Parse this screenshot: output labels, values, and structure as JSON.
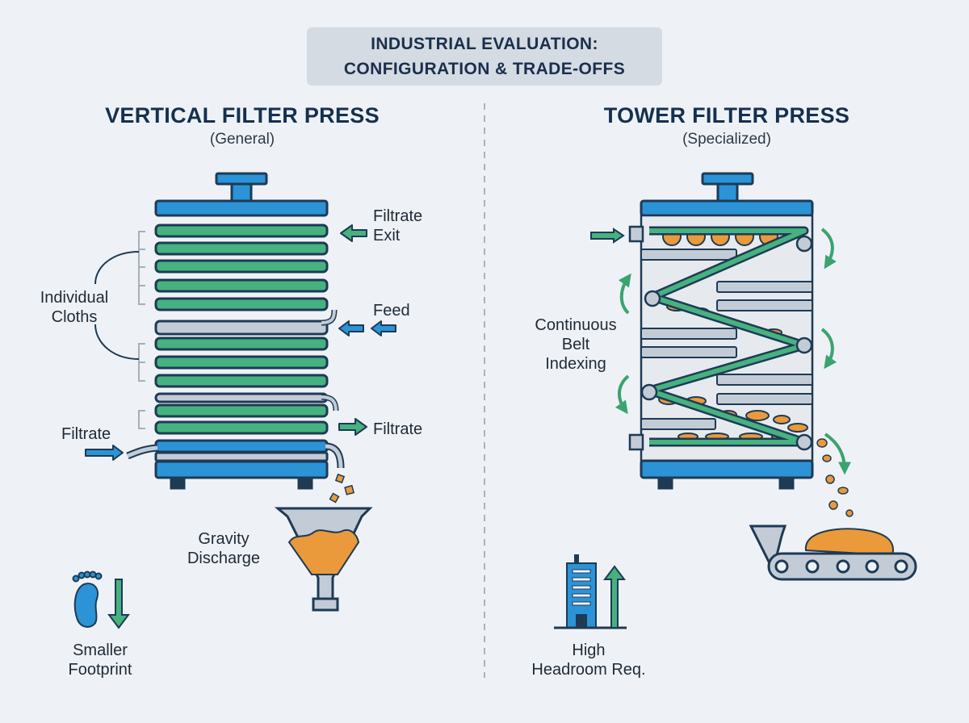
{
  "title": {
    "line1": "INDUSTRIAL EVALUATION:",
    "line2": "CONFIGURATION & TRADE-OFFS"
  },
  "left": {
    "heading": "VERTICAL FILTER PRESS",
    "subheading": "(General)",
    "labels": {
      "filtrate_exit_1": "Filtrate",
      "filtrate_exit_2": "Exit",
      "feed": "Feed",
      "cloths_1": "Individual",
      "cloths_2": "Cloths",
      "filtrate_out": "Filtrate",
      "filtrate_in": "Filtrate",
      "gravity_1": "Gravity",
      "gravity_2": "Discharge",
      "footprint_1": "Smaller",
      "footprint_2": "Footprint"
    },
    "icon": "footprint-down-icon"
  },
  "right": {
    "heading": "TOWER FILTER PRESS",
    "subheading": "(Specialized)",
    "labels": {
      "belt_1": "Continuous",
      "belt_2": "Belt",
      "belt_3": "Indexing",
      "headroom_1": "High",
      "headroom_2": "Headroom Req."
    },
    "icon": "building-up-icon"
  },
  "colors": {
    "background": "#eef2f6",
    "outline": "#1e3a55",
    "blue": "#2b93d6",
    "green": "#46b27f",
    "gray": "#c3ccd6",
    "orange": "#ea9a3a",
    "arrow_green": "#3aa36f"
  }
}
